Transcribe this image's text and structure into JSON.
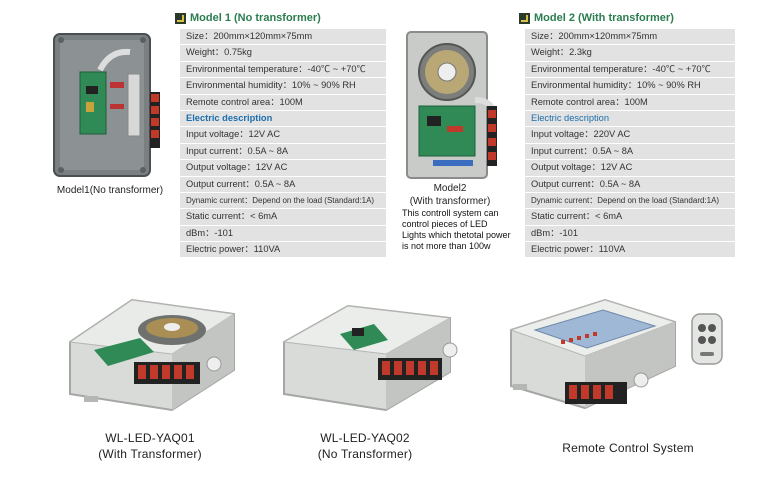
{
  "model1": {
    "title": "Model 1 (No transformer)",
    "caption": "Model1(No transformer)",
    "rows": [
      "Size：200mm×120mm×75mm",
      "Weight：0.75kg",
      "Environmental temperature：-40℃ ~ +70℃",
      "Environmental humidity：10% ~ 90% RH",
      "Remote control area：100M",
      "Electric description",
      "Input voltage：12V AC",
      "Input current：0.5A ~ 8A",
      "Output voltage：12V AC",
      "Output current：0.5A ~ 8A",
      "Dynamic current：Depend on the load (Standard:1A)",
      "Static current：< 6mA",
      "dBm：-101",
      "Electric power：110VA"
    ]
  },
  "model2": {
    "title": "Model 2 (With  transformer)",
    "caption_line1": "Model2",
    "caption_line2": "(With transformer)",
    "note": [
      "This controll system can",
      "control pieces of  LED",
      "Lights which thetotal power",
      "is not more than 100w"
    ],
    "rows": [
      "Size：200mm×120mm×75mm",
      "Weight：2.3kg",
      "Environmental temperature：-40℃ ~ +70℃",
      "Environmental humidity：10% ~ 90% RH",
      "Remote control area：100M",
      "Electric description",
      "Input voltage：220V AC",
      "Input current：0.5A ~ 8A",
      "Output voltage：12V AC",
      "Output current：0.5A ~ 8A",
      "Dynamic current：Depend on the load (Standard:1A)",
      "Static current：< 6mA",
      "dBm：-101",
      "Electric power：110VA"
    ]
  },
  "products": {
    "p1_line1": "WL-LED-YAQ01",
    "p1_line2": "(With Transformer)",
    "p2_line1": "WL-LED-YAQ02",
    "p2_line2": "(No Transformer)",
    "p3_line1": "Remote Control System"
  },
  "colors": {
    "title_green": "#2a7d4f",
    "heading_blue": "#1b6fae",
    "spec_bg": "#e2e2e2"
  }
}
